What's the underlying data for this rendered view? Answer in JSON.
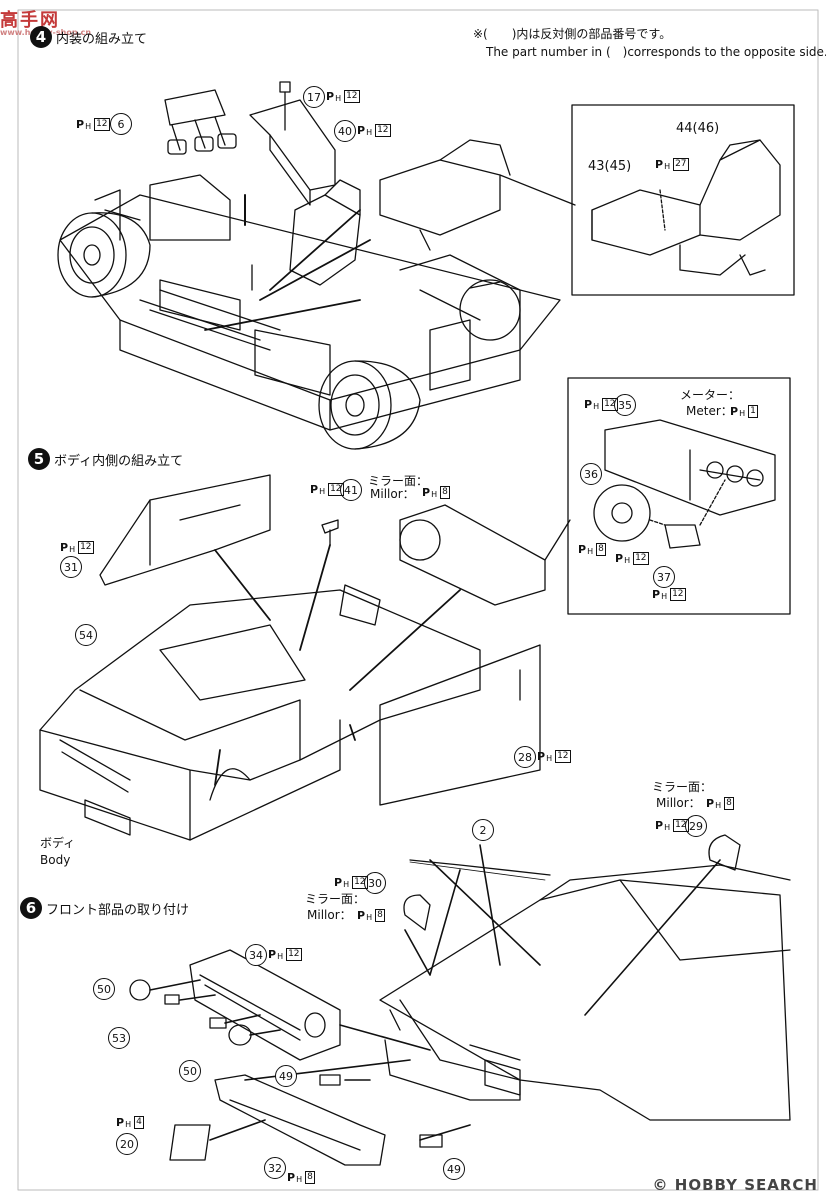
{
  "header": {
    "logo_chars": "高手网",
    "logo_url_text": "www.hobby-shop.cn",
    "note_jp": "※(　　)内は反対側の部品番号です。",
    "note_en": "The part number in (　)corresponds to the opposite side."
  },
  "steps": [
    {
      "number": "4",
      "title": "内装の組み立て"
    },
    {
      "number": "5",
      "title": "ボディ内側の組み立て"
    },
    {
      "number": "6",
      "title": "フロント部品の取り付け"
    }
  ],
  "labels": {
    "meter_jp": "メーター：",
    "meter_en": "Meter：",
    "mirror_jp": "ミラー面：",
    "mirror_en": "Millor：",
    "body_jp": "ボディ",
    "body_en": "Body"
  },
  "ph_prefix": {
    "p": "P",
    "h": "H"
  },
  "parts": {
    "p6": "6",
    "p17": "17",
    "p40": "40",
    "p43": "43(45)",
    "p44": "44(46)",
    "p35": "35",
    "p36": "36",
    "p37": "37",
    "p41": "41",
    "p31": "31",
    "p54": "54",
    "p28": "28",
    "p2": "2",
    "p29": "29",
    "p30": "30",
    "p34": "34",
    "p50a": "50",
    "p50b": "50",
    "p53": "53",
    "p49a": "49",
    "p49b": "49",
    "p20": "20",
    "p32": "32"
  },
  "sprues": {
    "s6": "12",
    "s17": "12",
    "s40": "12",
    "s43": "27",
    "s35": "12",
    "s_meter": "1",
    "s36": "8",
    "s36b": "12",
    "s37": "12",
    "s41": "12",
    "s41_mirror": "8",
    "s31": "12",
    "s28": "12",
    "s29_mirror": "8",
    "s29": "12",
    "s30": "12",
    "s30_mirror": "8",
    "s34": "12",
    "s20": "4",
    "s32": "8"
  },
  "footer": {
    "brand": "HOBBY SEARCH"
  }
}
